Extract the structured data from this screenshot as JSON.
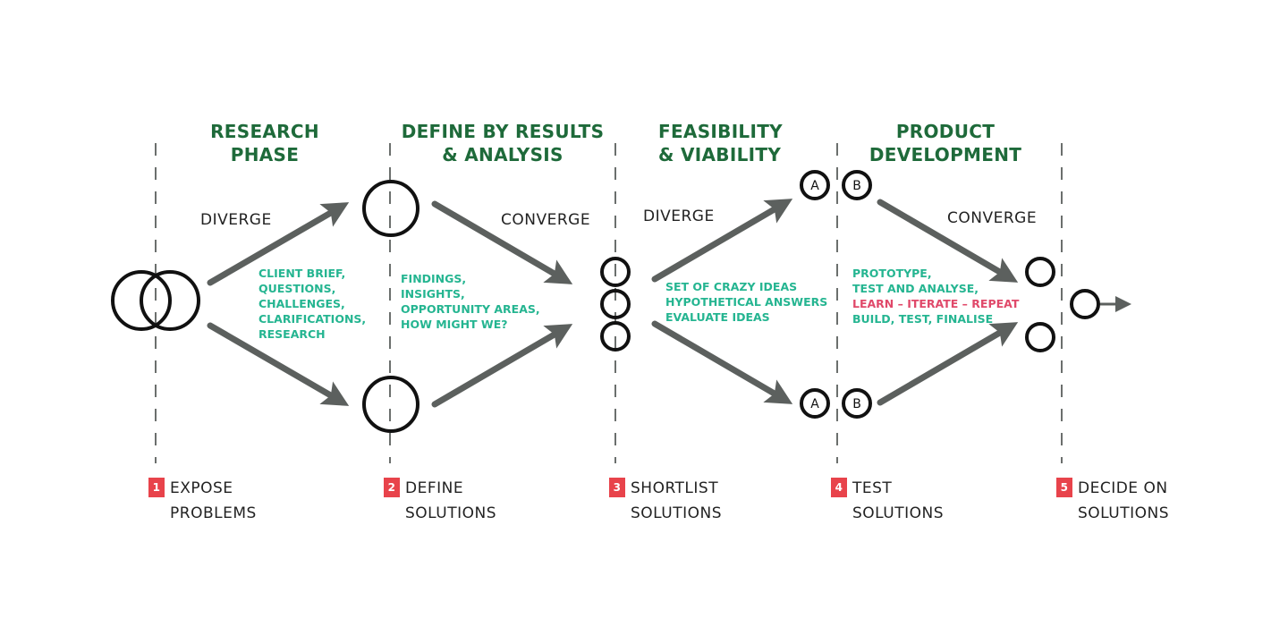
{
  "phases": [
    {
      "title_line1": "RESEARCH",
      "title_line2": "PHASE"
    },
    {
      "title_line1": "DEFINE BY RESULTS",
      "title_line2": "& ANALYSIS"
    },
    {
      "title_line1": "FEASIBILITY",
      "title_line2": "& VIABILITY"
    },
    {
      "title_line1": "PRODUCT",
      "title_line2": "DEVELOPMENT"
    }
  ],
  "flow_labels": {
    "diverge_1": "DIVERGE",
    "converge_1": "CONVERGE",
    "diverge_2": "DIVERGE",
    "converge_2": "CONVERGE"
  },
  "notes": {
    "research": [
      "CLIENT BRIEF,",
      "QUESTIONS,",
      "CHALLENGES,",
      "CLARIFICATIONS,",
      "RESEARCH"
    ],
    "define": [
      "FINDINGS,",
      "INSIGHTS,",
      "OPPORTUNITY AREAS,",
      "HOW MIGHT WE?"
    ],
    "feasibility": [
      "SET OF CRAZY IDEAS",
      "HYPOTHETICAL ANSWERS",
      "EVALUATE IDEAS"
    ],
    "product": {
      "line1": "PROTOTYPE,",
      "line2": "TEST AND ANALYSE,",
      "line3_highlight": "LEARN – ITERATE – REPEAT",
      "line4": "BUILD, TEST, FINALISE"
    }
  },
  "node_labels": {
    "a": "A",
    "b": "B"
  },
  "steps": [
    {
      "number": "1",
      "line1": "EXPOSE",
      "line2": "PROBLEMS"
    },
    {
      "number": "2",
      "line1": "DEFINE",
      "line2": "SOLUTIONS"
    },
    {
      "number": "3",
      "line1": "SHORTLIST",
      "line2": "SOLUTIONS"
    },
    {
      "number": "4",
      "line1": "TEST",
      "line2": "SOLUTIONS"
    },
    {
      "number": "5",
      "line1": "DECIDE ON",
      "line2": "SOLUTIONS"
    }
  ],
  "colors": {
    "title": "#1e6a3a",
    "notes": "#25b591",
    "highlight": "#e0496a",
    "badge": "#e8434b",
    "arrow": "#5c605e",
    "divider": "#6b6f6d"
  }
}
